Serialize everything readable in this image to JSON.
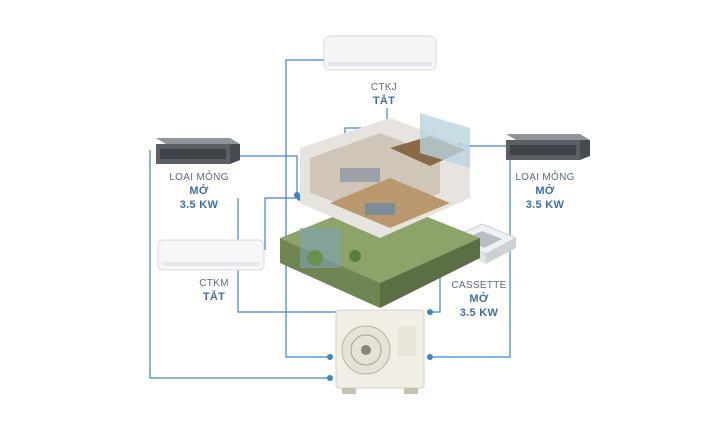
{
  "units": {
    "ctkj": {
      "name": "CTKJ",
      "status": "TẮT"
    },
    "ctkm": {
      "name": "CTKM",
      "status": "TẮT"
    },
    "duct_left": {
      "name": "LOẠI MỎNG",
      "status": "MỞ",
      "power": "3.5 KW"
    },
    "duct_right": {
      "name": "LOẠI MỎNG",
      "status": "MỞ",
      "power": "3.5 KW"
    },
    "cassette": {
      "name": "CASSETTE",
      "status": "MỞ",
      "power": "3.5 KW"
    }
  },
  "colors": {
    "line": "#3d86c6",
    "accent": "#3d6fb0",
    "text": "#5a6b80"
  }
}
